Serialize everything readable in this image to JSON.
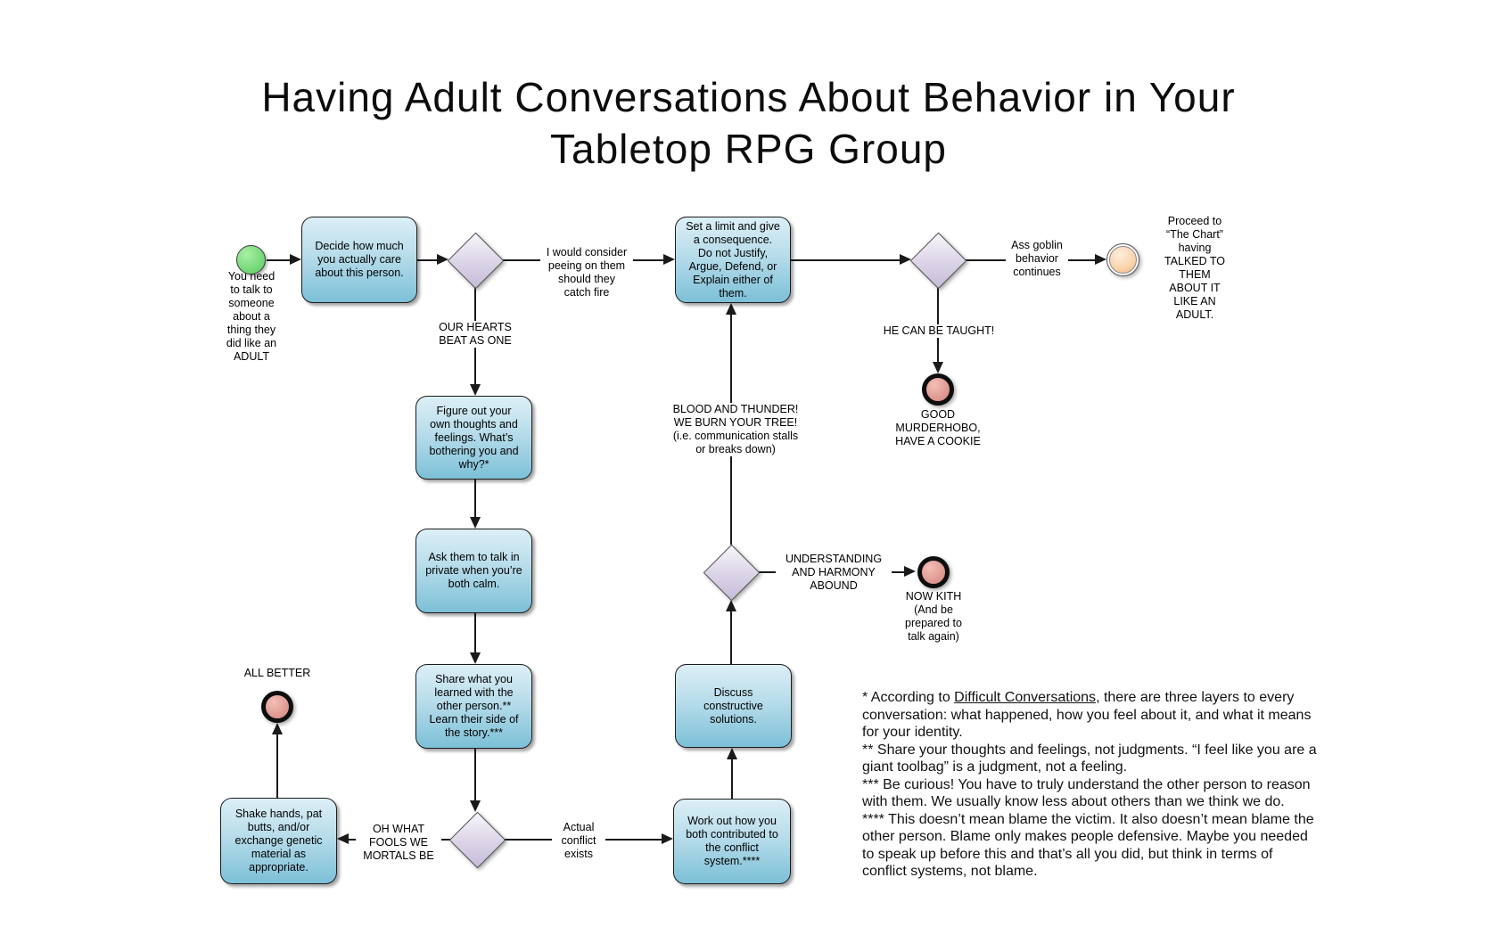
{
  "title": "Having Adult Conversations About Behavior in Your\nTabletop RPG Group",
  "nodes": {
    "start_label": "You need\nto talk to\nsomeone\nabout a\nthing they\ndid like an\nADULT",
    "decide": "Decide how much\nyou actually care\nabout this person.",
    "limit": "Set a limit and give\na consequence.\nDo not Justify,\nArgue, Defend, or\nExplain either of\nthem.",
    "figure": "Figure out your\nown thoughts and\nfeelings.  What’s\nbothering you and\nwhy?*",
    "ask": "Ask them to talk in\nprivate when you’re\nboth calm.",
    "share": "Share what you\nlearned with the\nother person.**\nLearn their side of\nthe story.***",
    "shake": "Shake hands, pat\nbutts, and/or\nexchange genetic\nmaterial as\nappropriate.",
    "work": "Work out how you\nboth contributed to\nthe conflict\nsystem.****",
    "discuss": "Discuss\nconstructive\nsolutions.",
    "proceed": "Proceed to\n“The Chart”\nhaving\nTALKED TO\nTHEM\nABOUT IT\nLIKE AN\nADULT.",
    "murderhobo": "GOOD\nMURDERHOBO,\nHAVE A COOKIE",
    "now_kith": "NOW KITH\n(And be\nprepared to\ntalk again)",
    "all_better": "ALL BETTER"
  },
  "edge_labels": {
    "our_hearts": "OUR HEARTS\nBEAT AS ONE",
    "peeing": "I would consider\npeeing on them\nshould they\ncatch fire",
    "ass_goblin": "Ass goblin\nbehavior\ncontinues",
    "he_can_be_taught": "HE CAN BE TAUGHT!",
    "blood_thunder": "BLOOD AND THUNDER!\nWE BURN YOUR TREE!\n(i.e. communication stalls\nor breaks down)",
    "understanding": "UNDERSTANDING\nAND HARMONY\nABOUND",
    "actual_conflict": "Actual\nconflict\nexists",
    "oh_what_fools": "OH WHAT\nFOOLS WE\nMORTALS BE"
  },
  "footnotes": {
    "note1_prefix": "* According to ",
    "note1_book": "Difficult Conversations",
    "note1_suffix": ", there are three layers to every conversation: what happened, how you feel about it, and what it means for your identity.",
    "note2": "** Share your thoughts and feelings, not judgments.  “I feel like you are a giant toolbag” is a judgment, not a feeling.",
    "note3": "*** Be curious!  You have to truly understand the other person to reason with them.  We usually know less about others than we think we do.",
    "note4": "**** This doesn’t mean blame the victim. It also doesn’t mean blame the other person.  Blame only makes people defensive.  Maybe you needed to speak up before this and that’s all you did, but think in terms of conflict systems, not blame."
  },
  "colors": {
    "task_top": "#dcecf5",
    "task_bottom": "#7cc0d8",
    "decision_top": "#f8f6fb",
    "decision_bottom": "#c5bcd9",
    "start_fill": "#6fd873",
    "end_fill": "#e09c94",
    "final_fill": "#f8cfa4",
    "line": "#1a1a1a"
  }
}
